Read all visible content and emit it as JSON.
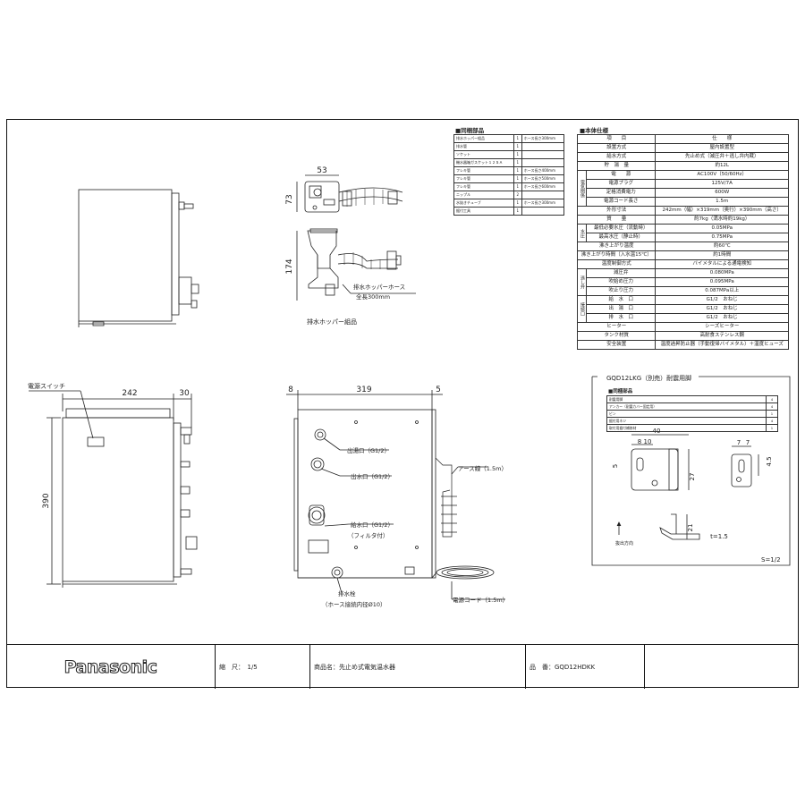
{
  "accessories": {
    "title": "■同梱部品",
    "rows": [
      {
        "name": "排水ホッパー組品",
        "qty": "1",
        "note": "ホース長さ300mm"
      },
      {
        "name": "排水管",
        "qty": "1",
        "note": ""
      },
      {
        "name": "ソケット",
        "qty": "1",
        "note": ""
      },
      {
        "name": "機水器箱ガスケット１２ＳＡ",
        "qty": "1",
        "note": ""
      },
      {
        "name": "フレキ管",
        "qty": "1",
        "note": "ホース長さ400mm"
      },
      {
        "name": "フレキ管",
        "qty": "1",
        "note": "ホース長さ500mm"
      },
      {
        "name": "フレキ管",
        "qty": "1",
        "note": "ホース長さ600mm"
      },
      {
        "name": "ニップル",
        "qty": "2",
        "note": ""
      },
      {
        "name": "水抜きチューブ",
        "qty": "1",
        "note": "ホース長さ300mm"
      },
      {
        "name": "据付工具",
        "qty": "1",
        "note": ""
      }
    ]
  },
  "specs": {
    "title": "■本体仕様",
    "header": {
      "item": "項　　目",
      "value": "仕　　様"
    },
    "rows": [
      {
        "group": "",
        "item": "設置方式",
        "value": "屋内設置型"
      },
      {
        "group": "",
        "item": "給水方式",
        "value": "先止め式（減圧弁＋逃し弁内蔵）"
      },
      {
        "group": "",
        "item": "貯　湯　量",
        "value": "約12L"
      },
      {
        "group": "電気関係",
        "item": "電　　源",
        "value": "AC100V（50/60Hz）"
      },
      {
        "group": "電気関係",
        "item": "電源プラグ",
        "value": "125V/7A"
      },
      {
        "group": "電気関係",
        "item": "定格消費電力",
        "value": "600W"
      },
      {
        "group": "電気関係",
        "item": "電源コード長さ",
        "value": "1.5m"
      },
      {
        "group": "",
        "item": "外形寸法",
        "value": "242mm（幅）×319mm（奥行）×390mm（高さ）"
      },
      {
        "group": "",
        "item": "質　　量",
        "value": "約7kg（満水時約19kg）"
      },
      {
        "group": "水圧",
        "item": "最低必要水圧（流動時）",
        "value": "0.05MPa"
      },
      {
        "group": "水圧",
        "item": "最高水圧（静止時）",
        "value": "0.75MPa"
      },
      {
        "group": "",
        "item": "沸き上がり温度",
        "value": "約60℃"
      },
      {
        "group": "",
        "item": "沸き上がり時間（入水温15℃）",
        "value": "約1時間"
      },
      {
        "group": "",
        "item": "温度制御方式",
        "value": "バイメタルによる通電検知"
      },
      {
        "group": "逃し弁",
        "item": "減圧弁",
        "value": "0.080MPa"
      },
      {
        "group": "逃し弁",
        "item": "吹始め圧力",
        "value": "0.095MPa"
      },
      {
        "group": "逃し弁",
        "item": "吹止り圧力",
        "value": "0.087MPa以上"
      },
      {
        "group": "接続口",
        "item": "給　水　口",
        "value": "G1/2　おねじ"
      },
      {
        "group": "接続口",
        "item": "出　湯　口",
        "value": "G1/2　おねじ"
      },
      {
        "group": "接続口",
        "item": "排　水　口",
        "value": "G1/2　おねじ"
      },
      {
        "group": "",
        "item": "ヒーター",
        "value": "シーズヒーター"
      },
      {
        "group": "",
        "item": "タンク材質",
        "value": "高耐食ステンレス鋼"
      },
      {
        "group": "",
        "item": "安全装置",
        "value": "温度過昇防止器（手動復帰バイメタル）＋温度ヒューズ"
      }
    ]
  },
  "bracket": {
    "title": "GQD12LKG（別売）耐震用脚",
    "parts_title": "■同梱部品",
    "parts": [
      {
        "name": "耐震用脚",
        "qty": "4"
      },
      {
        "name": "アンカー（耐震カバー固定用）",
        "qty": "4"
      },
      {
        "name": "ピン",
        "qty": "1"
      },
      {
        "name": "据付用ネジ",
        "qty": "4"
      },
      {
        "name": "取付用据付補修材",
        "qty": "1"
      }
    ],
    "dims": {
      "d40": "40",
      "d8": "8",
      "d10": "10",
      "d5": "5",
      "d27": "27",
      "d7a": "7",
      "d7b": "7",
      "d45": "4.5",
      "d21": "21",
      "t": "t=1.5"
    },
    "direction_label": "抜出方向",
    "scale": "S=1/2"
  },
  "hopper": {
    "caption": "排水ホッパー組品",
    "hose_label": "排水ホッパーホース",
    "hose_length": "全長300mm",
    "dim_53": "53",
    "dim_73": "73",
    "dim_174": "174"
  },
  "front_view": {
    "switch_label": "電源スイッチ",
    "dim_242": "242",
    "dim_30": "30",
    "dim_390": "390"
  },
  "side_view": {
    "dim_8": "8",
    "dim_319": "319",
    "dim_5": "5",
    "outlet_label": "出湯口（G1/2）",
    "drain_port_label": "出水口（G1/2）",
    "inlet_label": "給水口（G1/2）",
    "filter_label": "（フィルタ付）",
    "earth_label": "アース線（1.5m）",
    "drain_plug_label": "排水栓",
    "drain_plug_note": "（ホース接続内径Ø10）",
    "cord_label": "電源コード（1.5m）"
  },
  "title_block": {
    "brand": "Panasonic",
    "scale": "縮　尺：　1/5",
    "product": "商品名：先止め式電気温水器",
    "model": "品　番：GQD12HDKK"
  }
}
